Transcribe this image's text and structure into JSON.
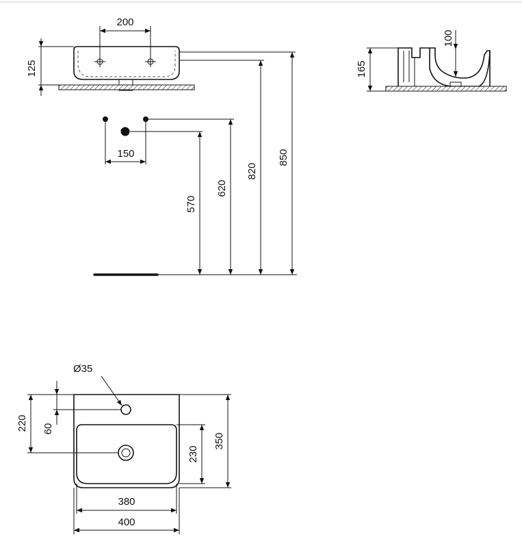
{
  "dimensions": {
    "tap_spacing": "200",
    "basin_height": "125",
    "supply_spacing": "150",
    "height_570": "570",
    "height_620": "620",
    "height_820": "820",
    "height_850": "850",
    "side_height": "165",
    "side_depth_100": "100",
    "tap_hole_diameter": "Ø35",
    "top_220": "220",
    "top_60": "60",
    "bowl_depth": "230",
    "overall_depth": "350",
    "bowl_width": "380",
    "overall_width": "400"
  }
}
